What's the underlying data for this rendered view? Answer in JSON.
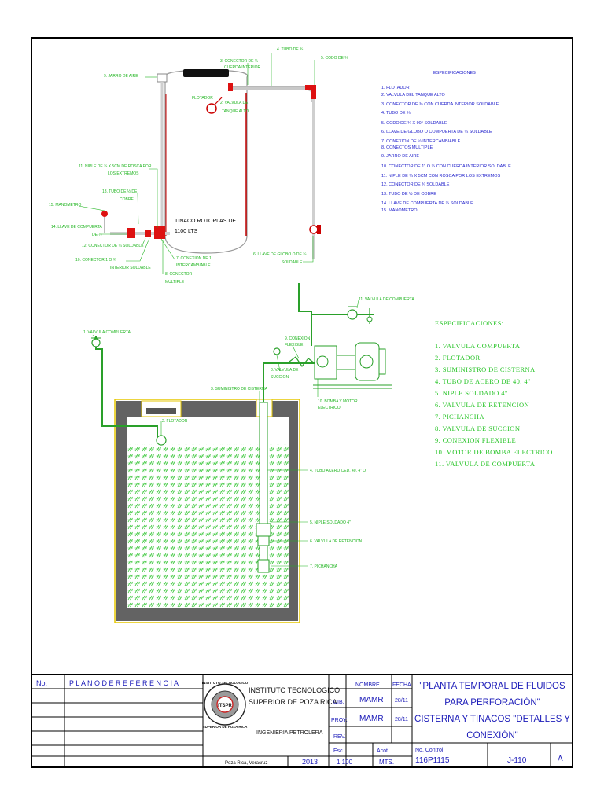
{
  "upper": {
    "tank_label_1": "TINACO ROTOPLAS DE",
    "tank_label_2": "1100 LTS",
    "labels": {
      "tubo": "4. TUBO DE ¾",
      "codo": "5. CODO DE ¾",
      "conector_cuerda_1": "3. CONECTOR DE ¾",
      "conector_cuerda_2": "CUERDA INTERIOR",
      "jarro": "9. JARRO DE AIRE",
      "flotador": "FLOTADOR",
      "valvula_1": "2. VALVULA DE",
      "valvula_2": "TANQUE ALTO",
      "niple_1": "11. NIPLE DE ¾ X 5CM DE ROSCA POR",
      "niple_2": "LOS EXTREMOS",
      "tubo_cobre_1": "13. TUBO DE ½ DE",
      "tubo_cobre_2": "COBRE",
      "manometro": "15. MANOMETRO",
      "llave_comp_1": "14. LLAVE DE COMPUERTA",
      "llave_comp_2": "DE ½",
      "conector_sold": "12. CONECTOR DE ¾ SOLDABLE",
      "conector_int_1": "10. CONECTOR 1 O ¾",
      "conector_int_2": "INTERIOR SOLDABLE",
      "conexion_int_1": "7. CONEXION DE 1",
      "conexion_int_2": "INTERCAMBIABLE",
      "conector_mult_1": "8. CONECTOR",
      "conector_mult_2": "MULTIPLE",
      "llave_globo_1": "6. LLAVE DE GLOBO O DE ¾",
      "llave_globo_2": "SOLDABLE"
    },
    "spec_title": "ESPECIFICACIONES",
    "specs": [
      "1. FLOTADOR",
      "2. VALVULA DEL TANQUE ALTO",
      "3. CONECTOR DE ¾ CON CUERDA INTERIOR SOLDABLE",
      "4. TUBO DE ¾",
      "5. CODO DE ¾ X 90° SOLDABLE",
      "6. LLAVE DE GLOBO O COMPUERTA DE ¾ SOLDABLE",
      "7. CONEXION DE ½ INTERCAMBIABLE",
      "8. CONECTOS MULTIPLE",
      "9. JARRO DE AIRE",
      "10. CONECTOR DE 1\" O ¾ CON CUERDA INTERIOR SOLDABLE",
      "11. NIPLE DE ¾ X 5CM CON ROSCA POR LOS EXTREMOS",
      "12. CONECTOR DE ¾ SOLDABLE",
      "13. TUBO DE ½ DE COBRE",
      "14. LLAVE DE COMPUERTA DE ¾ SOLDABLE",
      "15. MANOMETRO"
    ]
  },
  "lower": {
    "labels": {
      "valvula_comp": "1. VALVULA COMPUERTA",
      "flotador": "2. FLOTADOR",
      "suministro": "3. SUMINISTRO DE CISTERNA",
      "tubo_acero": "4. TUBO ACERO CED. 40, 4\" O",
      "niple": "5. NIPLE SOLDADO 4\"",
      "retencion": "6. VALVULA DE RETENCION",
      "pichancha": "7. PICHANCHA",
      "succion_1": "8. VALVULA DE",
      "succion_2": "SUCCION",
      "flexible_1": "9. CONEXION",
      "flexible_2": "FLEXIBLE",
      "bomba_1": "10. BOMBA Y MOTOR",
      "bomba_2": "ELECTRICO",
      "compuerta_11": "11. VALVULA DE COMPUERTA"
    },
    "spec_title": "ESPECIFICACIONES:",
    "specs": [
      "1.  VALVULA COMPUERTA",
      "2.  FLOTADOR",
      "3. SUMINISTRO DE CISTERNA",
      "4.  TUBO DE ACERO DE 40.  4\"",
      "5.  NIPLE SOLDADO 4\"",
      "6.  VALVULA DE RETENCION",
      "7.  PICHANCHA",
      "8.  VALVULA DE SUCCION",
      "9.  CONEXION FLEXIBLE",
      "10.  MOTOR DE BOMBA ELECTRICO",
      "11.  VALVULA DE COMPUERTA"
    ]
  },
  "title_block": {
    "no_header": "No.",
    "ref_header": "P L A N O   D E   R E F E R E N C I A",
    "seal_top": "INSTITUTO TECNOLOGICO",
    "seal_bottom": "SUPERIOR DE POZA RICA",
    "seal_center": "ITSPR",
    "institute_1": "INSTITUTO TECNOLOGICO",
    "institute_2": "SUPERIOR DE POZA RICA",
    "department": "INGENIERIA PETROLERA",
    "location": "Poza Rica, Veracruz",
    "year": "2013",
    "nombre_header": "NOMBRE",
    "fecha_header": "FECHA",
    "dib_label": "DIB.",
    "dib_name": "MAMR",
    "dib_date": "28/11",
    "proy_label": "PROY.",
    "proy_name": "MAMR",
    "proy_date": "28/11",
    "rev_label": "REV.",
    "esc_label": "Esc.",
    "esc_value": "1:100",
    "acot_label": "Acot.",
    "acot_value": "MTS.",
    "title_lines": [
      "\"PLANTA TEMPORAL DE FLUIDOS",
      "PARA PERFORACIÓN\"",
      "CISTERNA Y TINACOS \"DETALLES Y",
      "CONEXIÓN\""
    ],
    "control_label": "No. Control",
    "control_value": "116P1115",
    "drawing_no": "J-110",
    "revision": "A"
  }
}
